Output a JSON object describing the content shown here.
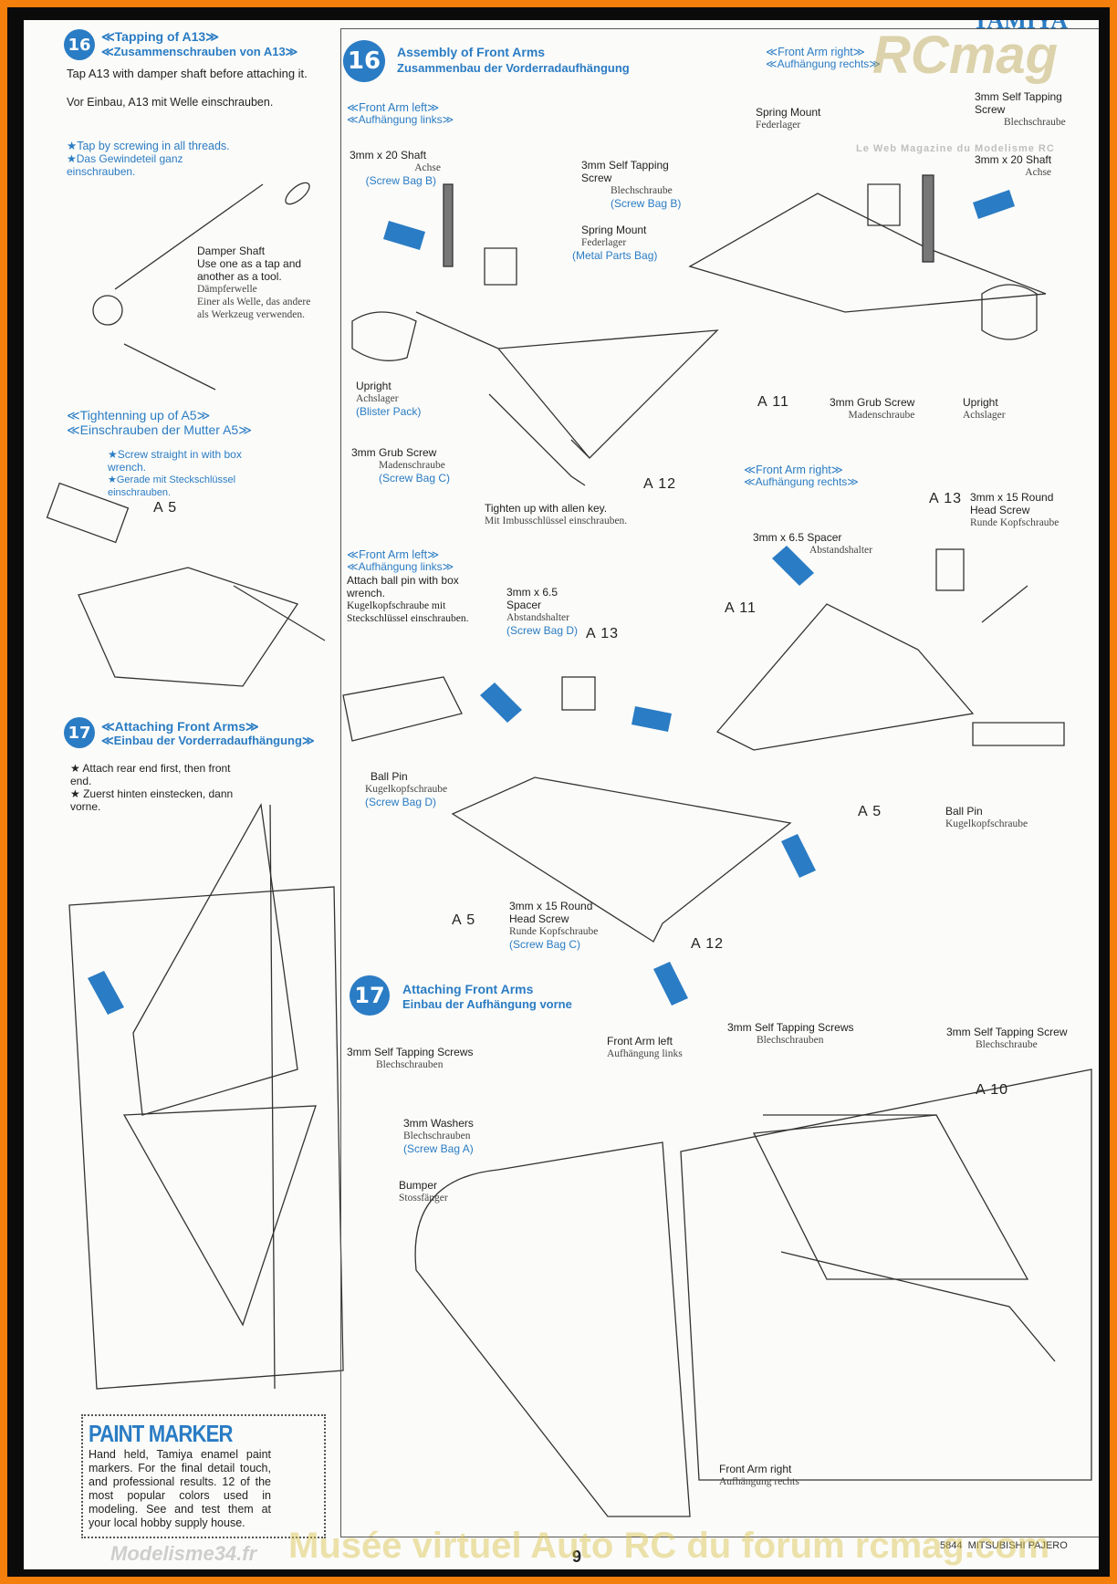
{
  "brand": {
    "logo": "TAMIYA"
  },
  "left": {
    "tapping": {
      "step": "16",
      "title_en": "≪Tapping of A13≫",
      "title_de": "≪Zusammenschrauben von A13≫",
      "text_en": "Tap A13 with damper shaft before attaching it.",
      "text_de": "Vor Einbau, A13 mit Welle einschrauben.",
      "note_en": "★Tap by screwing in all threads.",
      "note_de": "★Das Gewindeteil ganz einschrauben.",
      "damper_en": "Damper Shaft",
      "damper_en2": "Use one as a tap and another as a tool.",
      "damper_de": "Dämpferwelle",
      "damper_de2": "Einer als Welle, das andere als Werkzeug verwenden."
    },
    "tightening": {
      "title_en": "≪Tightenning up of A5≫",
      "title_de": "≪Einschrauben der Mutter A5≫",
      "note_en": "★Screw straight in with box wrench.",
      "note_de": "★Gerade mit Steckschlüssel einschrauben.",
      "part": "A 5"
    },
    "attaching": {
      "step": "17",
      "title_en": "≪Attaching Front Arms≫",
      "title_de": "≪Einbau der Vorderradaufhängung≫",
      "note_en": "★ Attach rear end first, then front end.",
      "note_de": "★ Zuerst hinten einstecken, dann vorne."
    },
    "paint_marker": {
      "title": "PAINT MARKER",
      "text": "Hand held, Tamiya enamel paint markers. For the final detail touch, and professional results. 12 of the most popular colors used in modeling. See and test them at your local hobby supply house."
    }
  },
  "step16": {
    "number": "16",
    "title_en": "Assembly of Front Arms",
    "title_de": "Zusammenbau der Vorderradaufhängung",
    "left_hdr_en": "≪Front Arm left≫",
    "left_hdr_de": "≪Aufhängung links≫",
    "shaft_en": "3mm x 20 Shaft",
    "shaft_de": "Achse",
    "shaft_bag": "(Screw Bag B)",
    "screw_en": "3mm Self Tapping Screw",
    "screw_de": "Blechschraube",
    "screw_bag": "(Screw Bag B)",
    "mount_en": "Spring Mount",
    "mount_de": "Federlager",
    "mount_bag": "(Metal Parts Bag)",
    "upright_en": "Upright",
    "upright_de": "Achslager",
    "upright_bag": "(Blister Pack)",
    "grub_en": "3mm Grub Screw",
    "grub_de": "Madenschraube",
    "grub_bag": "(Screw Bag C)",
    "a12": "A 12",
    "tighten_en": "Tighten up with allen key.",
    "tighten_de": "Mit Imbusschlüssel einschrauben.",
    "right_hdr_en": "≪Front Arm right≫",
    "right_hdr_de": "≪Aufhängung rechts≫",
    "r_mount_en": "Spring Mount",
    "r_mount_de": "Federlager",
    "r_screw_en": "3mm Self Tapping Screw",
    "r_screw_de": "Blechschraube",
    "r_shaft_en": "3mm x 20 Shaft",
    "r_shaft_de": "Achse",
    "r_a11": "A 11",
    "r_grub_en": "3mm Grub Screw",
    "r_grub_de": "Madenschraube",
    "r_upright_en": "Upright",
    "r_upright_de": "Achslager",
    "b_right_hdr_en": "≪Front Arm right≫",
    "b_right_hdr_de": "≪Aufhängung rechts≫",
    "b_a13": "A 13",
    "b_round_en": "3mm x 15 Round Head Screw",
    "b_round_de": "Runde Kopfschraube",
    "b_spacer_en": "3mm x 6.5 Spacer",
    "b_spacer_de": "Abstandshalter",
    "b_a11": "A 11",
    "b_a5": "A 5",
    "b_ballpin_en": "Ball Pin",
    "b_ballpin_de": "Kugelkopfschraube",
    "bl_hdr_en": "≪Front Arm left≫",
    "bl_hdr_de": "≪Aufhängung links≫",
    "bl_note_en": "Attach ball pin with box wrench.",
    "bl_note_de": "Kugelkopfschraube mit Steckschlüssel einschrauben.",
    "bl_spacer_en": "3mm x 6.5 Spacer",
    "bl_spacer_de": "Abstandshalter",
    "bl_spacer_bag": "(Screw Bag D)",
    "bl_a13": "A 13",
    "bl_ballpin_en": "Ball Pin",
    "bl_ballpin_de": "Kugelkopfschraube",
    "bl_ballpin_bag": "(Screw Bag D)",
    "bl_a5": "A 5",
    "bl_round_en": "3mm x 15 Round Head Screw",
    "bl_round_de": "Runde Kopfschraube",
    "bl_round_bag": "(Screw Bag C)",
    "bl_a12": "A 12"
  },
  "step17": {
    "number": "17",
    "title_en": "Attaching Front Arms",
    "title_de": "Einbau der Aufhängung vorne",
    "screws_l_en": "3mm Self Tapping Screws",
    "screws_l_de": "Blechschrauben",
    "arm_left_en": "Front Arm left",
    "arm_left_de": "Aufhängung links",
    "screws_c_en": "3mm Self Tapping Screws",
    "screws_c_de": "Blechschrauben",
    "screw_r_en": "3mm Self Tapping Screw",
    "screw_r_de": "Blechschraube",
    "a10": "A 10",
    "washers_en": "3mm Washers",
    "washers_de": "Blechschrauben",
    "washers_bag": "(Screw Bag A)",
    "bumper_en": "Bumper",
    "bumper_de": "Stossfänger",
    "arm_right_en": "Front Arm right",
    "arm_right_de": "Aufhängung rechts"
  },
  "footer": {
    "page": "9",
    "model": "5844  MITSUBISHI PAJERO"
  },
  "watermarks": {
    "rcmag": "RCmag",
    "tagline": "Le Web Magazine du Modelisme RC",
    "museum": "Musée virtuel Auto RC du forum rcmag.com",
    "site": "Modelisme34.fr"
  }
}
